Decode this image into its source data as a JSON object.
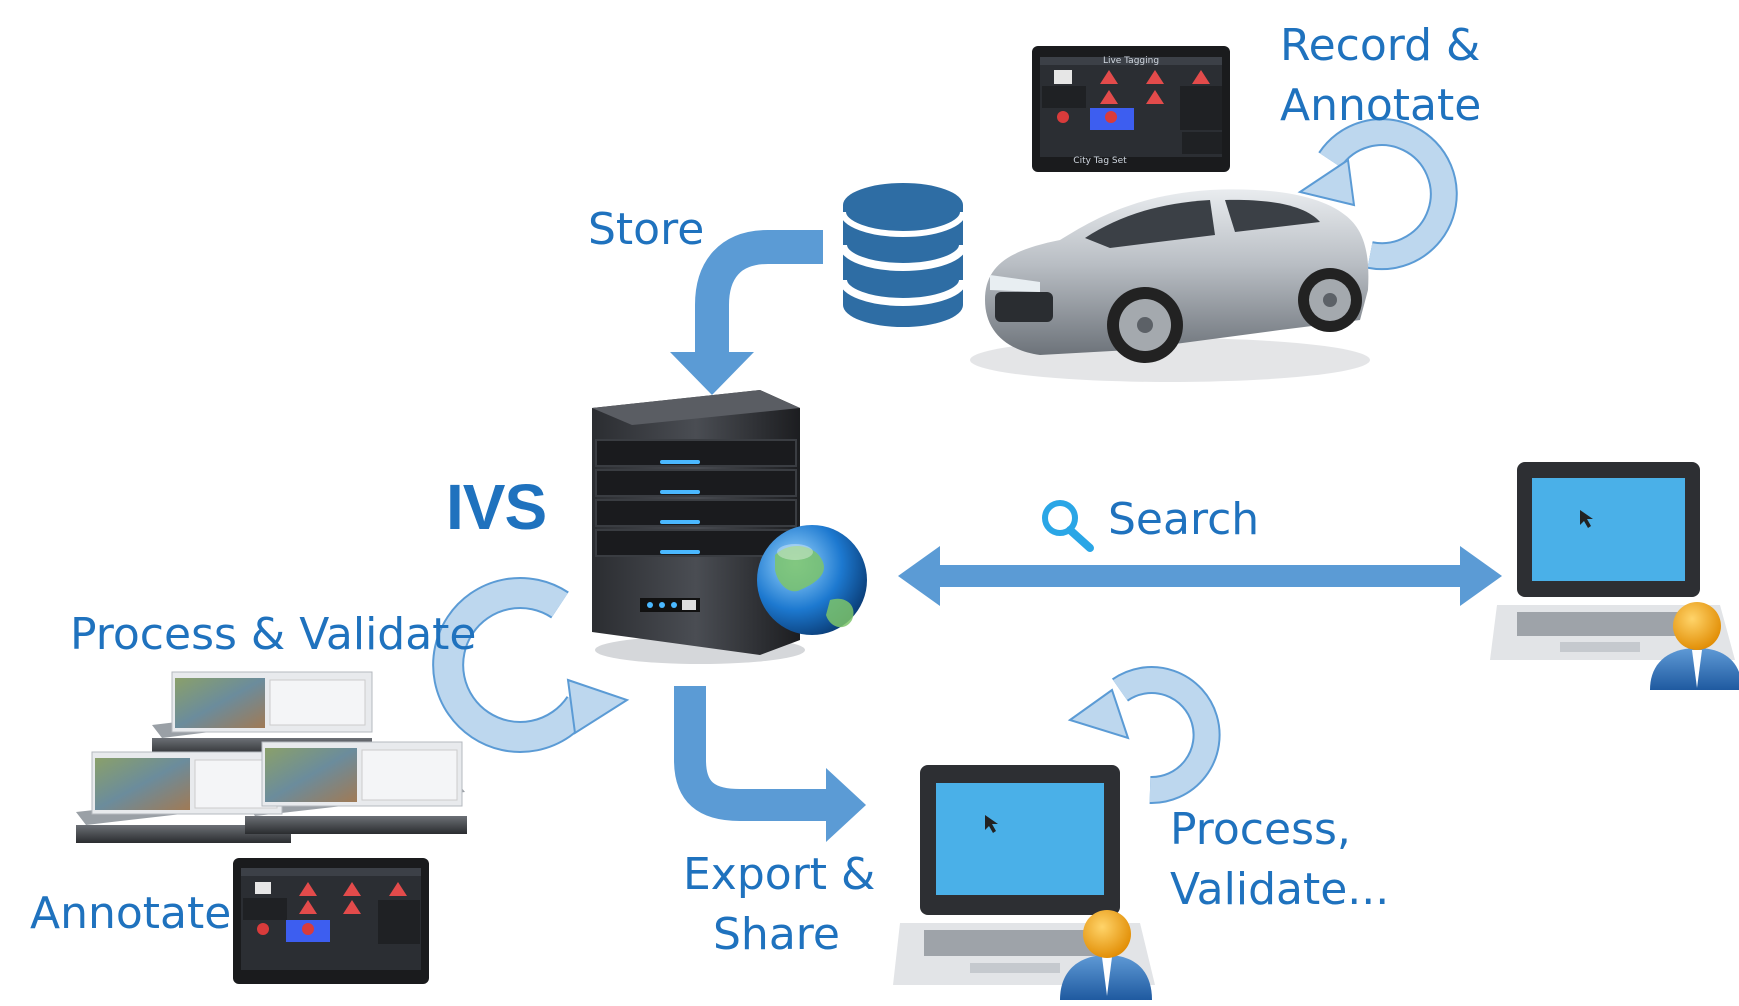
{
  "labels": {
    "record_annotate_1": "Record &",
    "record_annotate_2": "Annotate",
    "store": "Store",
    "ivs": "IVS",
    "search": "Search",
    "process_validate": "Process & Validate",
    "annotate": "Annotate",
    "export_share_1": "Export &",
    "export_share_2": "Share",
    "process_validate_dots_1": "Process,",
    "process_validate_dots_2": "Validate..."
  },
  "tablet": {
    "title": "Live Tagging",
    "footer": "City Tag Set"
  },
  "colors": {
    "text": "#1f72be",
    "arrow": "#5b9bd5",
    "cycle": "#bdd7ee",
    "cycle_stroke": "#5b9bd5",
    "database": "#2e6da4",
    "screen": "#4ab0e8"
  },
  "icons": [
    "database-icon",
    "car-icon",
    "server-icon",
    "globe-icon",
    "laptop-icon",
    "user-icon",
    "search-icon",
    "tablet-icon",
    "rack-server-icon"
  ]
}
